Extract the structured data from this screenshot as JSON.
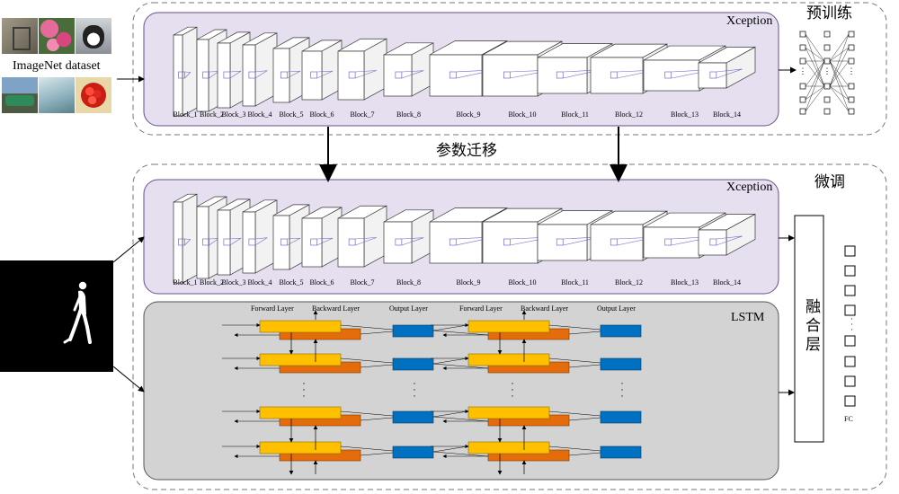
{
  "dataset": {
    "label": "ImageNet dataset"
  },
  "pretrain": {
    "model": "Xception",
    "stage_label": "预训练"
  },
  "transfer": {
    "label": "参数迁移"
  },
  "finetune": {
    "model": "Xception",
    "stage_label": "微调"
  },
  "blocks": [
    "Block_1",
    "Block_2",
    "Block_3",
    "Block_4",
    "Block_5",
    "Block_6",
    "Block_7",
    "Block_8",
    "Block_9",
    "Block_10",
    "Block_11",
    "Block_12",
    "Block_13",
    "Block_14"
  ],
  "lstm": {
    "title": "LSTM",
    "forward_label": "Forward Layer",
    "backward_label": "Backward Layer",
    "output_label": "Output Layer",
    "dots": "·\n·\n·"
  },
  "fusion": {
    "label": "融合层"
  },
  "fc": {
    "label": "FC",
    "dots": "·\n·\n·"
  },
  "colors": {
    "panel_purple": "#e6dff0",
    "panel_gray": "#d3d3d3",
    "forward_box": "#ffc000",
    "backward_box": "#e46c0a",
    "output_box": "#0070c0",
    "filter": "#7b68c8"
  }
}
